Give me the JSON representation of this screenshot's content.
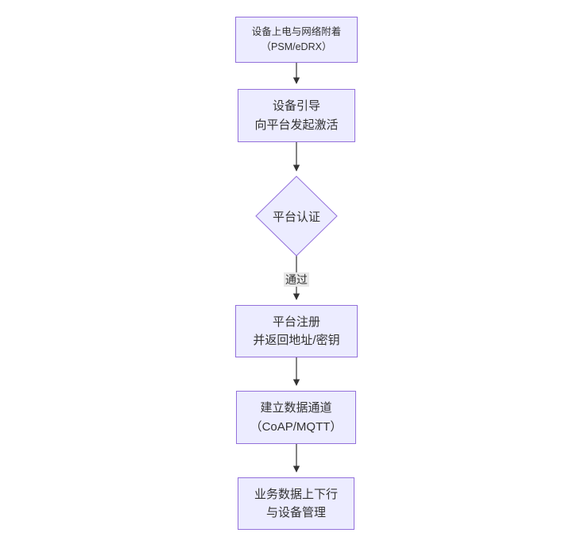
{
  "diagram": {
    "type": "flowchart",
    "direction": "top-down",
    "background_color": "#ffffff",
    "node_fill_color": "#ECECFF",
    "node_border_color": "#9370DB",
    "text_color": "#333333",
    "arrow_color": "#333333",
    "edge_label_bg_color": "#e8e8e8",
    "nodes": [
      {
        "id": "attach",
        "shape": "rect",
        "line1": "设备上电与网络附着",
        "line2": "（PSM/eDRX）"
      },
      {
        "id": "bootstrap",
        "shape": "rect",
        "line1": "设备引导",
        "line2": "向平台发起激活"
      },
      {
        "id": "auth",
        "shape": "diamond",
        "line1": "平台认证",
        "line2": ""
      },
      {
        "id": "register",
        "shape": "rect",
        "line1": "平台注册",
        "line2": "并返回地址/密钥"
      },
      {
        "id": "channel",
        "shape": "rect",
        "line1": "建立数据通道",
        "line2": "（CoAP/MQTT）"
      },
      {
        "id": "business",
        "shape": "rect",
        "line1": "业务数据上下行",
        "line2": "与设备管理"
      }
    ],
    "edges": [
      {
        "from": "attach",
        "to": "bootstrap",
        "label": ""
      },
      {
        "from": "bootstrap",
        "to": "auth",
        "label": ""
      },
      {
        "from": "auth",
        "to": "register",
        "label": "通过"
      },
      {
        "from": "register",
        "to": "channel",
        "label": ""
      },
      {
        "from": "channel",
        "to": "business",
        "label": ""
      }
    ]
  }
}
